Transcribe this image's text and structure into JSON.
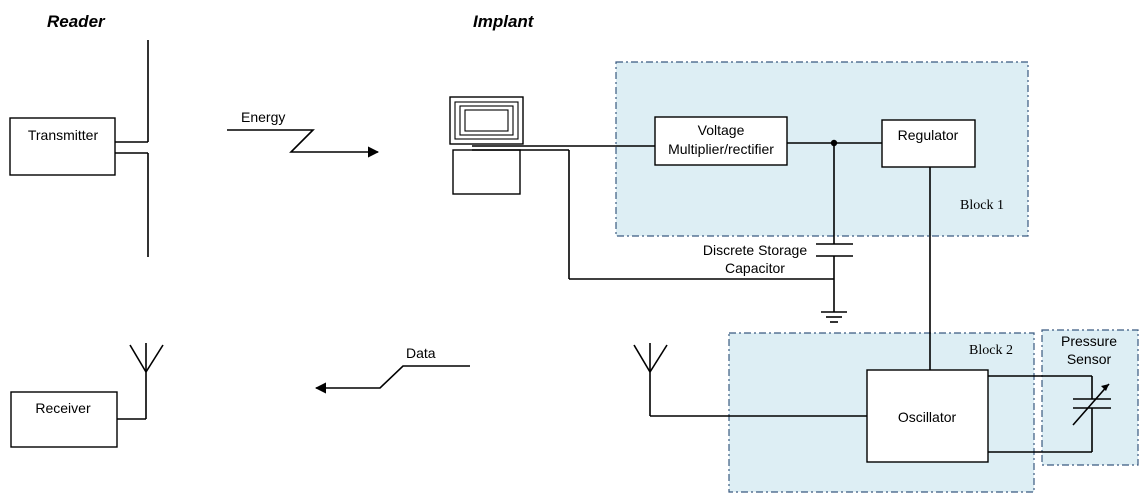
{
  "colors": {
    "block_fill": "#ddeef4",
    "block_border": "#3a5a80",
    "line": "#000000",
    "background": "#ffffff"
  },
  "headings": {
    "reader": "Reader",
    "implant": "Implant"
  },
  "reader": {
    "transmitter": "Transmitter",
    "receiver": "Receiver"
  },
  "links": {
    "energy": "Energy",
    "data": "Data"
  },
  "implant": {
    "voltage_line1": "Voltage",
    "voltage_line2": "Multiplier/rectifier",
    "regulator": "Regulator",
    "capacitor_line1": "Discrete Storage",
    "capacitor_line2": "Capacitor",
    "oscillator": "Oscillator"
  },
  "blocks": {
    "block1": "Block 1",
    "block2": "Block 2",
    "sensor_line1": "Pressure",
    "sensor_line2": "Sensor"
  },
  "icons": [
    "antenna-icon",
    "coil-icon",
    "capacitor-icon",
    "ground-icon",
    "variable-capacitor-icon",
    "arrow-icon"
  ]
}
